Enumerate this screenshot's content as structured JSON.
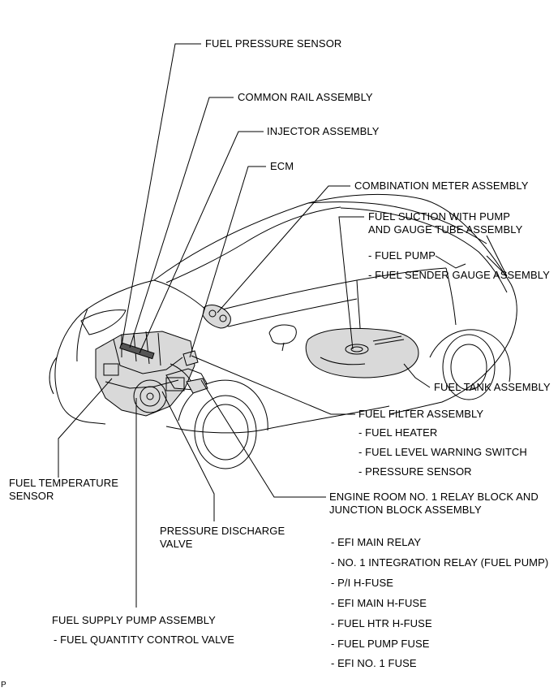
{
  "labels": {
    "fuel_pressure_sensor": "FUEL PRESSURE SENSOR",
    "common_rail_assembly": "COMMON RAIL ASSEMBLY",
    "injector_assembly": "INJECTOR ASSEMBLY",
    "ecm": "ECM",
    "combination_meter_assembly": "COMBINATION METER ASSEMBLY",
    "fuel_suction_line1": "FUEL SUCTION WITH PUMP",
    "fuel_suction_line2": "AND GAUGE TUBE ASSEMBLY",
    "fuel_pump": "- FUEL PUMP",
    "fuel_sender_gauge_assembly": "- FUEL SENDER GAUGE ASSEMBLY",
    "fuel_tank_assembly": "FUEL TANK ASSEMBLY",
    "fuel_filter_assembly": "FUEL FILTER ASSEMBLY",
    "fuel_heater": "- FUEL HEATER",
    "fuel_level_warning_switch": "- FUEL LEVEL WARNING SWITCH",
    "pressure_sensor": "- PRESSURE SENSOR",
    "engine_room_line1": "ENGINE ROOM NO. 1 RELAY BLOCK AND",
    "engine_room_line2": "JUNCTION BLOCK ASSEMBLY",
    "fuel_temperature_line1": "FUEL TEMPERATURE",
    "fuel_temperature_line2": "SENSOR",
    "pressure_discharge_line1": "PRESSURE DISCHARGE",
    "pressure_discharge_line2": "VALVE",
    "fuel_supply_pump_assembly": "FUEL SUPPLY PUMP ASSEMBLY",
    "fuel_quantity_control_valve": "- FUEL QUANTITY CONTROL VALVE",
    "relay_items": [
      "- EFI MAIN RELAY",
      "- NO. 1 INTEGRATION RELAY (FUEL PUMP)",
      "- P/I H-FUSE",
      "- EFI MAIN H-FUSE",
      "- FUEL HTR H-FUSE",
      "- FUEL PUMP FUSE",
      "- EFI NO. 1 FUSE"
    ],
    "corner_mark": "P"
  }
}
